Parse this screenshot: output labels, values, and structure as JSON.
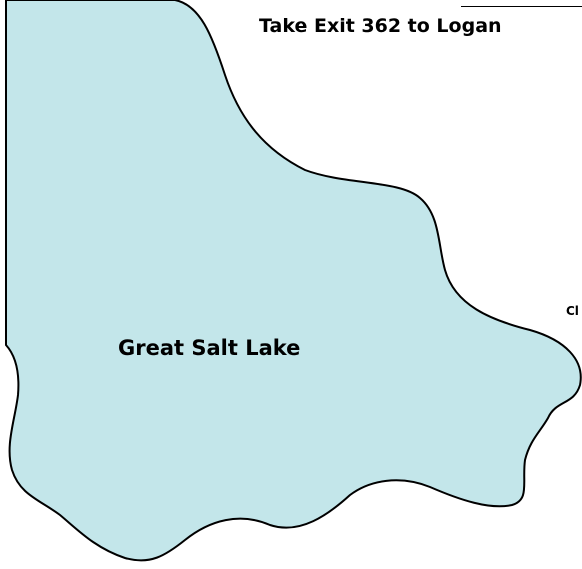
{
  "map": {
    "directions": "Take Exit 362 to Logan",
    "lake_name": "Great Salt Lake",
    "partial_place_label": "Cl"
  },
  "colors": {
    "background": "#ffffff",
    "lake_fill": "#c3e6ea",
    "lake_outline": "#000000",
    "text": "#000000"
  }
}
